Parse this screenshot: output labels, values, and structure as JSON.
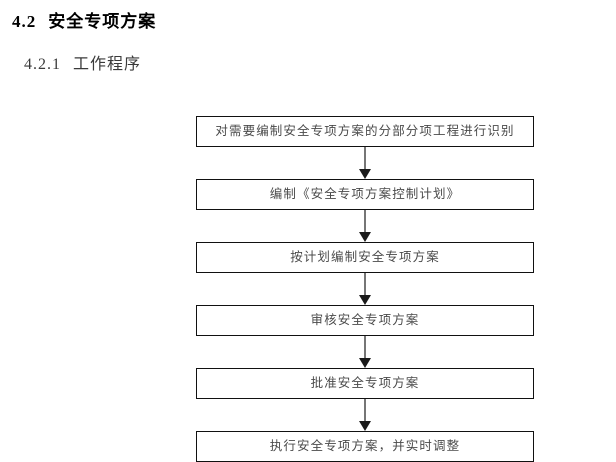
{
  "document": {
    "headings": {
      "section": {
        "number": "4.2",
        "title": "安全专项方案"
      },
      "subsection": {
        "number": "4.2.1",
        "title": "工作程序"
      }
    }
  },
  "flowchart": {
    "type": "flowchart",
    "orientation": "vertical",
    "connector": "downward-arrow",
    "colors": {
      "box_border": "#111111",
      "box_fill": "#ffffff",
      "box_text": "#4a4a4a",
      "arrow_shaft": "#767676",
      "arrow_head": "#1a1a1a",
      "heading_text": "#000000"
    },
    "nodes": [
      {
        "id": "identify",
        "label": "对需要编制安全专项方案的分部分项工程进行识别"
      },
      {
        "id": "plan",
        "label": "编制《安全专项方案控制计划》"
      },
      {
        "id": "draft",
        "label": "按计划编制安全专项方案"
      },
      {
        "id": "review",
        "label": "审核安全专项方案"
      },
      {
        "id": "approve",
        "label": "批准安全专项方案"
      },
      {
        "id": "execute",
        "label": "执行安全专项方案，并实时调整"
      }
    ]
  }
}
